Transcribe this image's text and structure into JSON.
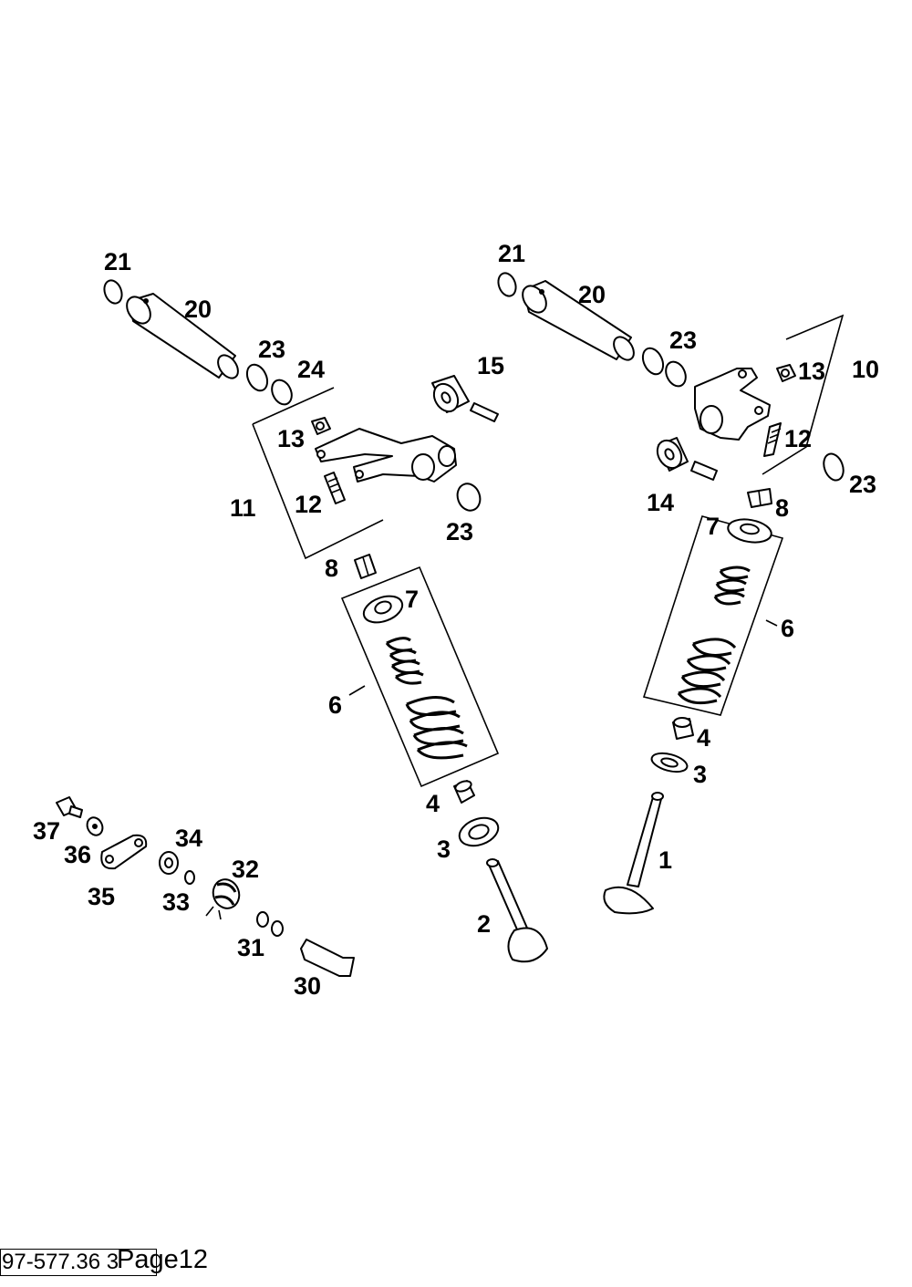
{
  "diagram": {
    "labels": {
      "l_21_left": "21",
      "l_20_left": "20",
      "l_23_left_top": "23",
      "l_24": "24",
      "l_15": "15",
      "l_13_left": "13",
      "l_11": "11",
      "l_12_left": "12",
      "l_23_left_mid": "23",
      "l_8_left": "8",
      "l_7_left": "7",
      "l_6_left": "6",
      "l_4_left": "4",
      "l_3_left": "3",
      "l_2": "2",
      "l_21_right": "21",
      "l_20_right": "20",
      "l_23_right_top": "23",
      "l_13_right": "13",
      "l_10": "10",
      "l_12_right": "12",
      "l_23_right_mid": "23",
      "l_14": "14",
      "l_8_right": "8",
      "l_7_right": "7",
      "l_6_right": "6",
      "l_4_right": "4",
      "l_3_right": "3",
      "l_1": "1",
      "l_37": "37",
      "l_36": "36",
      "l_35": "35",
      "l_34": "34",
      "l_33": "33",
      "l_32": "32",
      "l_31": "31",
      "l_30": "30"
    }
  },
  "footer": {
    "doc_number": "97-577.36 3",
    "page_label": "Page12"
  }
}
